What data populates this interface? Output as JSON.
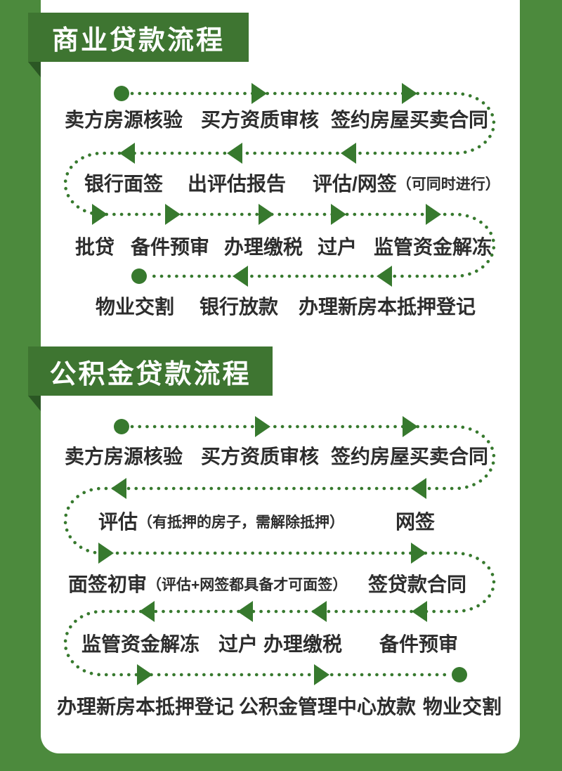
{
  "colors": {
    "background_green": "#4C8A3D",
    "banner_green": "#3E7531",
    "banner_fold_green": "#2B5724",
    "flow_green": "#37792E",
    "text_dark": "#2D2D2D",
    "card_white": "#FFFFFF"
  },
  "sections": [
    {
      "title": "商业贷款流程",
      "rows": [
        {
          "steps": [
            {
              "label": "卖方房源核验"
            },
            {
              "label": "买方资质审核"
            },
            {
              "label": "签约房屋买卖合同"
            }
          ]
        },
        {
          "steps": [
            {
              "label": "银行面签"
            },
            {
              "label": "出评估报告"
            },
            {
              "label": "评估/网签",
              "note": "（可同时进行）"
            }
          ]
        },
        {
          "steps": [
            {
              "label": "批贷"
            },
            {
              "label": "备件预审"
            },
            {
              "label": "办理缴税"
            },
            {
              "label": "过户"
            },
            {
              "label": "监管资金解冻"
            }
          ]
        },
        {
          "steps": [
            {
              "label": "物业交割"
            },
            {
              "label": "银行放款"
            },
            {
              "label": "办理新房本抵押登记"
            }
          ]
        }
      ]
    },
    {
      "title": "公积金贷款流程",
      "rows": [
        {
          "steps": [
            {
              "label": "卖方房源核验"
            },
            {
              "label": "买方资质审核"
            },
            {
              "label": "签约房屋买卖合同"
            }
          ]
        },
        {
          "steps": [
            {
              "label": "评估",
              "note": "（有抵押的房子，需解除抵押）"
            },
            {
              "label": "网签"
            }
          ]
        },
        {
          "steps": [
            {
              "label": "面签初审",
              "note": "（评估+网签都具备才可面签）"
            },
            {
              "label": "签贷款合同"
            }
          ]
        },
        {
          "steps": [
            {
              "label": "监管资金解冻"
            },
            {
              "label": "过户"
            },
            {
              "label": "办理缴税"
            },
            {
              "label": "备件预审"
            }
          ]
        },
        {
          "steps": [
            {
              "label": "办理新房本抵押登记"
            },
            {
              "label": "公积金管理中心放款"
            },
            {
              "label": "物业交割"
            }
          ]
        }
      ]
    }
  ]
}
